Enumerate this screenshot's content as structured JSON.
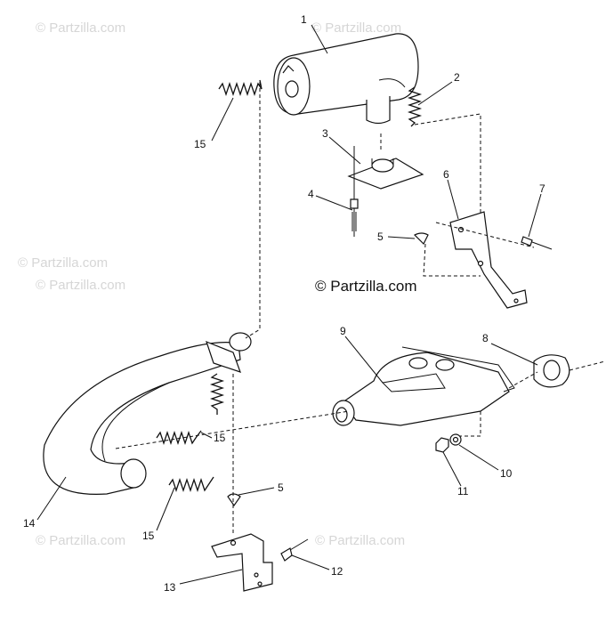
{
  "watermark": {
    "text": "© Partzilla.com",
    "center_text": "© Partzilla.com"
  },
  "callouts": [
    {
      "id": "1",
      "label": "1"
    },
    {
      "id": "2",
      "label": "2"
    },
    {
      "id": "3",
      "label": "3"
    },
    {
      "id": "4",
      "label": "4"
    },
    {
      "id": "5a",
      "label": "5"
    },
    {
      "id": "6",
      "label": "6"
    },
    {
      "id": "7",
      "label": "7"
    },
    {
      "id": "8",
      "label": "8"
    },
    {
      "id": "9",
      "label": "9"
    },
    {
      "id": "10",
      "label": "10"
    },
    {
      "id": "11",
      "label": "11"
    },
    {
      "id": "12",
      "label": "12"
    },
    {
      "id": "13",
      "label": "13"
    },
    {
      "id": "14",
      "label": "14"
    },
    {
      "id": "15a",
      "label": "15"
    },
    {
      "id": "15b",
      "label": "15"
    },
    {
      "id": "15c",
      "label": "15"
    },
    {
      "id": "5b",
      "label": "5"
    }
  ],
  "colors": {
    "ink": "#111111",
    "watermark": "#d6d6d6",
    "background": "#ffffff"
  }
}
